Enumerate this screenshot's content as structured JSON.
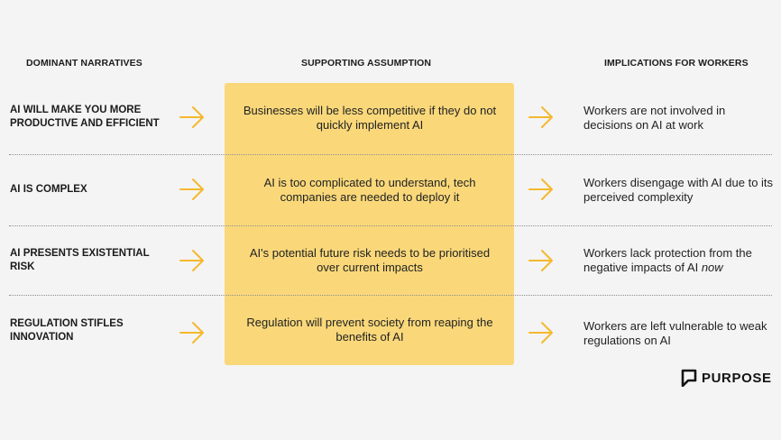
{
  "headers": {
    "narratives": "DOMINANT NARRATIVES",
    "assumption": "SUPPORTING ASSUMPTION",
    "implications": "IMPLICATIONS FOR WORKERS"
  },
  "rows": [
    {
      "narrative": "AI WILL MAKE YOU MORE PRODUCTIVE AND EFFICIENT",
      "assumption": "Businesses will be less competitive if they do not quickly implement AI",
      "implication": "Workers are not involved in decisions on AI at work"
    },
    {
      "narrative": "AI IS COMPLEX",
      "assumption": "AI is too complicated to understand, tech companies are needed to deploy it",
      "implication": "Workers disengage with AI due to its perceived complexity"
    },
    {
      "narrative": "AI PRESENTS EXISTENTIAL RISK",
      "assumption": "AI's potential future risk needs to be prioritised over current impacts",
      "implication": "Workers lack protection from the negative impacts of AI",
      "implication_emphasis": "now"
    },
    {
      "narrative": "REGULATION STIFLES INNOVATION",
      "assumption": "Regulation will prevent society from reaping the benefits of AI",
      "implication": "Workers are left vulnerable to weak regulations on AI"
    }
  ],
  "brand": {
    "name": "PURPOSE",
    "logo_icon": "purpose-logo-icon"
  },
  "colors": {
    "background": "#f4f4f4",
    "panel": "#fad87a",
    "arrow": "#f5b82e",
    "text": "#1b1b1b"
  },
  "icons": {
    "arrow": "arrow-right-icon"
  }
}
